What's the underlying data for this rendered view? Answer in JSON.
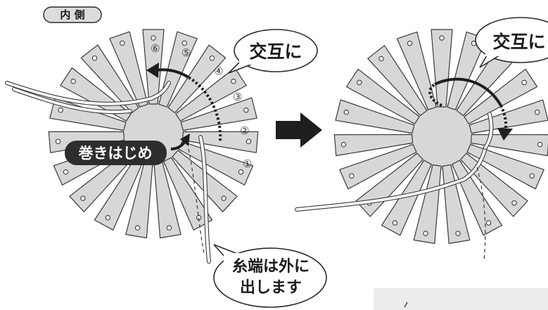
{
  "labels": {
    "inside": "内 側",
    "alternate_left": "交互に",
    "alternate_right": "交互に",
    "start": "巻きはじめ",
    "yarn_end_line1": "糸端は外に",
    "yarn_end_line2": "出します"
  },
  "numbers": [
    "①",
    "②",
    "③",
    "④",
    "⑤",
    "⑥"
  ],
  "colors": {
    "petal_fill": "#d7d7d7",
    "outline": "#3a3a3a",
    "badge_fill": "#2e2e2e",
    "badge_text": "#ffffff"
  }
}
